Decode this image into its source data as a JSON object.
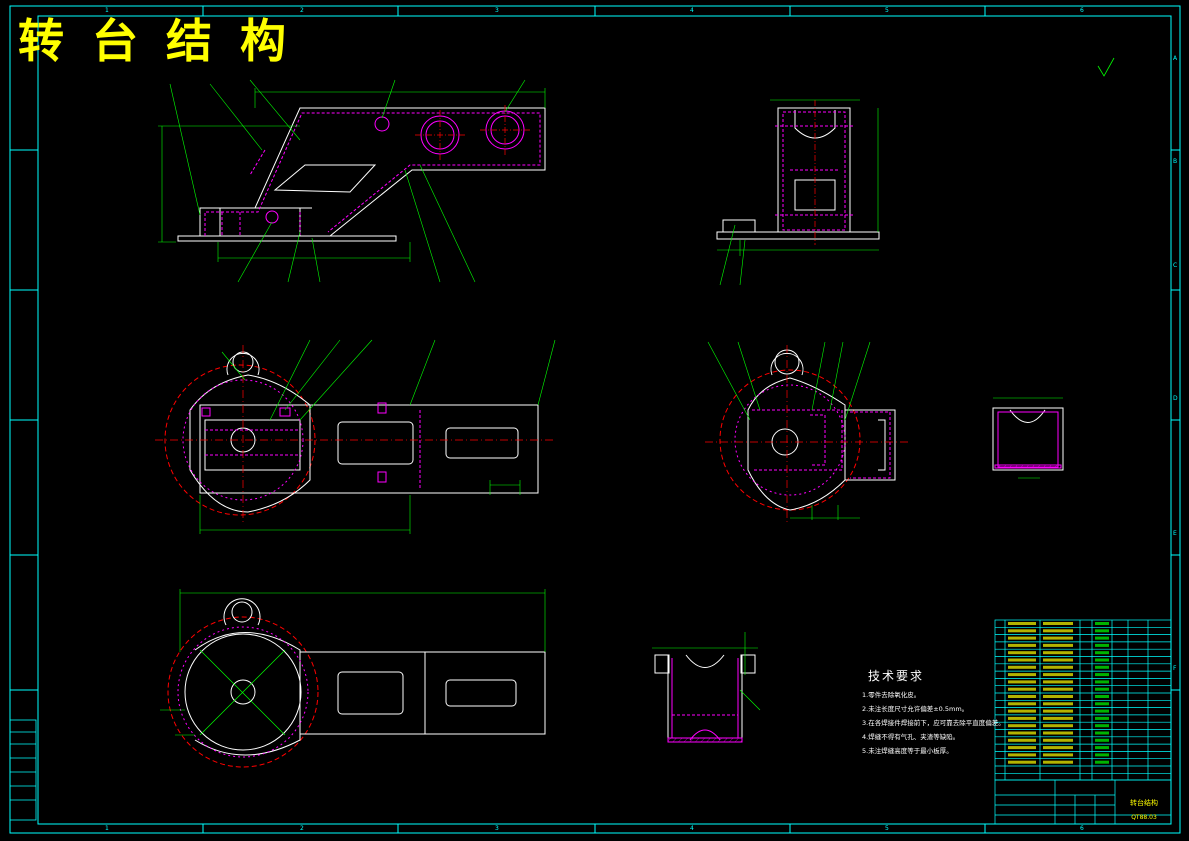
{
  "drawing": {
    "title": "转 台 结 构",
    "tech_heading": "技术要求",
    "tech_requirements": [
      "1.零件去除氧化皮。",
      "2.未注长度尺寸允许偏差±0.5mm。",
      "3.在各焊接件焊接前下，应可靠去除平直度偏差。",
      "4.焊缝不得有气孔、夹渣等缺陷。",
      "5.未注焊缝高度等于最小板厚。"
    ],
    "title_block_name": "转台结构",
    "title_block_code": "QT88.03"
  },
  "frame": {
    "col_labels": [
      "1",
      "2",
      "3",
      "4",
      "5",
      "6"
    ],
    "row_labels": [
      "A",
      "B",
      "C",
      "D",
      "E",
      "F"
    ]
  },
  "colors": {
    "background": "#000000",
    "border": "#00ffff",
    "geometry": "#ffffff",
    "dimension": "#00ff00",
    "weld": "#ff00ff",
    "centerline": "#ff0000",
    "title": "#ffff00"
  }
}
